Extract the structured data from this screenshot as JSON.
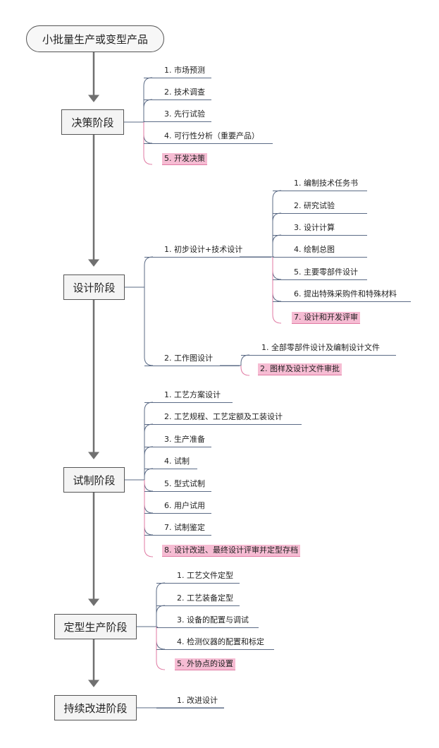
{
  "root": {
    "label": "小批量生产或变型产品"
  },
  "stages": [
    {
      "label": "决策阶段",
      "items": [
        {
          "label": "1. 市场预测"
        },
        {
          "label": "2. 技术调查"
        },
        {
          "label": "3. 先行试验"
        },
        {
          "label": "4. 可行性分析（重要产品）"
        },
        {
          "label": "5. 开发决策",
          "highlight": true
        }
      ]
    },
    {
      "label": "设计阶段",
      "items": [
        {
          "label": "1. 初步设计+技术设计",
          "children": [
            {
              "label": "1. 编制技术任务书"
            },
            {
              "label": "2. 研究试验"
            },
            {
              "label": "3. 设计计算"
            },
            {
              "label": "4. 绘制总图"
            },
            {
              "label": "5. 主要零部件设计"
            },
            {
              "label": "6. 提出特殊采购件和特殊材料"
            },
            {
              "label": "7. 设计和开发评审",
              "highlight": true
            }
          ]
        },
        {
          "label": "2. 工作图设计",
          "children": [
            {
              "label": "1. 全部零部件设计及编制设计文件"
            },
            {
              "label": "2. 图样及设计文件审批",
              "highlight": true
            }
          ]
        }
      ]
    },
    {
      "label": "试制阶段",
      "items": [
        {
          "label": "1. 工艺方案设计"
        },
        {
          "label": "2. 工艺规程、工艺定额及工装设计"
        },
        {
          "label": "3. 生产准备"
        },
        {
          "label": "4. 试制"
        },
        {
          "label": "5. 型式试制"
        },
        {
          "label": "6. 用户试用"
        },
        {
          "label": "7. 试制鉴定"
        },
        {
          "label": "8. 设计改进、最终设计评审并定型存档",
          "highlight": true
        }
      ]
    },
    {
      "label": "定型生产阶段",
      "items": [
        {
          "label": "1. 工艺文件定型"
        },
        {
          "label": "2. 工艺装备定型"
        },
        {
          "label": "3. 设备的配置与调试"
        },
        {
          "label": "4. 检测仪器的配置和标定"
        },
        {
          "label": "5. 外协点的设置",
          "highlight": true
        }
      ]
    },
    {
      "label": "持续改进阶段",
      "items": [
        {
          "label": "1. 改进设计"
        }
      ]
    }
  ],
  "colors": {
    "branch": "#5b6b86",
    "highlight_fill": "#f6bcd3",
    "highlight_line": "#e07aa3",
    "arrow": "#707070"
  }
}
